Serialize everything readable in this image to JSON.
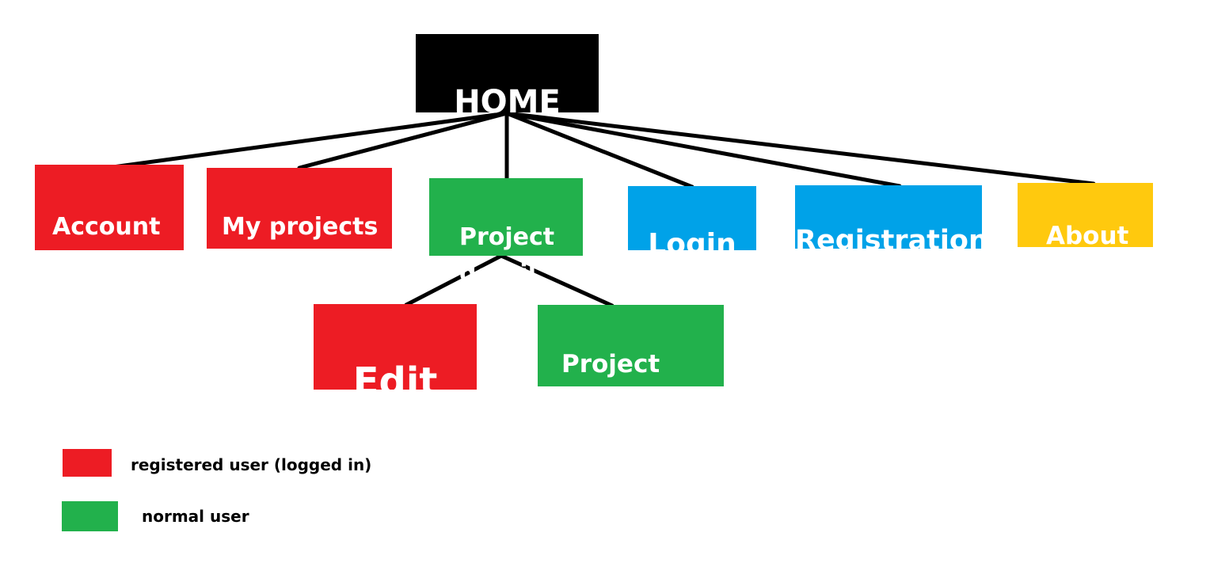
{
  "colors": {
    "black": "#000000",
    "red": "#ed1c24",
    "green": "#22b14c",
    "blue": "#00a2e8",
    "yellow": "#ffc90e",
    "line": "#000000",
    "text_on_box": "#ffffff"
  },
  "nodes": {
    "home": {
      "label": "HOME",
      "color": "black"
    },
    "account_settings": {
      "label": "Account\nsettings",
      "color": "red"
    },
    "my_projects": {
      "label": "My projects",
      "color": "red"
    },
    "project_detail": {
      "label": "Project\ndetail",
      "color": "green"
    },
    "login": {
      "label": "Login",
      "color": "blue"
    },
    "registration": {
      "label": "Registration",
      "color": "blue"
    },
    "about": {
      "label": "About",
      "color": "yellow"
    },
    "edit": {
      "label": "Edit",
      "color": "red"
    },
    "project_application": {
      "label": "Project\napplication",
      "color": "green"
    }
  },
  "edges": [
    {
      "from": "home",
      "to": "account_settings"
    },
    {
      "from": "home",
      "to": "my_projects"
    },
    {
      "from": "home",
      "to": "project_detail"
    },
    {
      "from": "home",
      "to": "login"
    },
    {
      "from": "home",
      "to": "registration"
    },
    {
      "from": "home",
      "to": "about"
    },
    {
      "from": "project_detail",
      "to": "edit"
    },
    {
      "from": "project_detail",
      "to": "project_application"
    }
  ],
  "legend": {
    "items": [
      {
        "label": "registered user (logged in)",
        "color": "red"
      },
      {
        "label": "normal user",
        "color": "green"
      }
    ]
  }
}
